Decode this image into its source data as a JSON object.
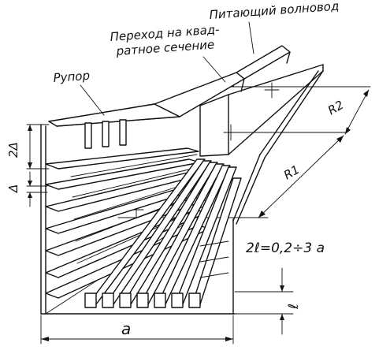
{
  "labels": {
    "feed_waveguide": "Питающий волновод",
    "transition_line1": "Переход на квад-",
    "transition_line2": "ратное сечение",
    "horn": "Рупор",
    "r2": "R2",
    "r1": "R1",
    "dim_2delta": "2Δ",
    "dim_delta": "Δ",
    "formula": "2ℓ=0,2÷3 a",
    "dim_l": "ℓ",
    "dim_a": "a"
  }
}
